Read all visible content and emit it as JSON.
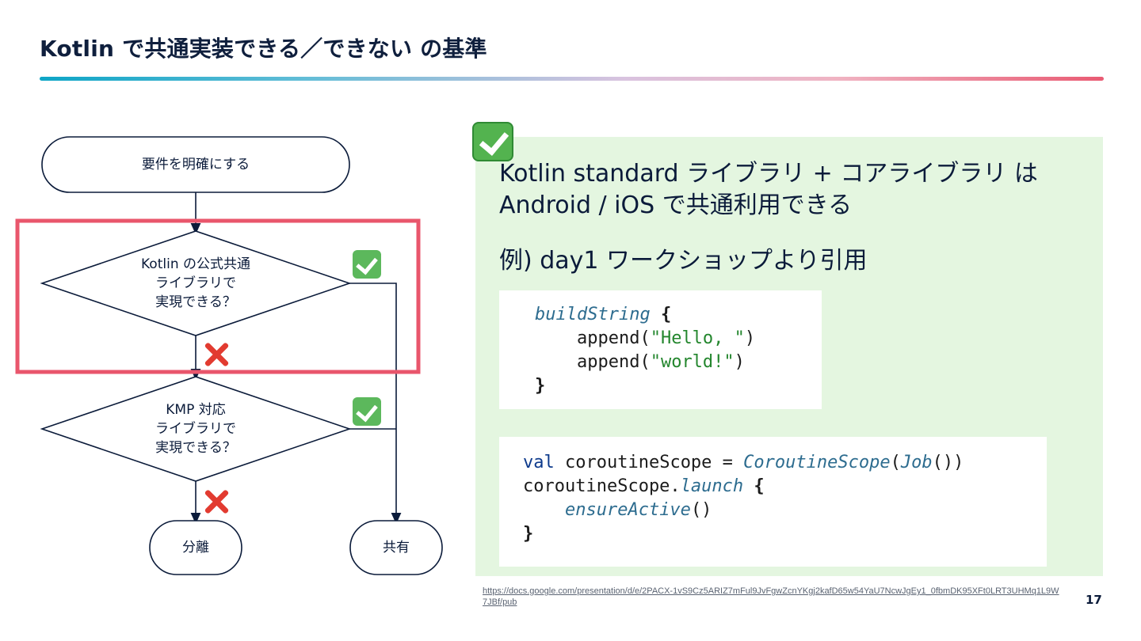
{
  "slide": {
    "title": "Kotlin で共通実装できる／できない の基準",
    "page_number": "17",
    "source_link": "https://docs.google.com/presentation/d/e/2PACX-1vS9Cz5ARIZ7mFul9JvFgwZcnYKgj2kafD65w54YaU7NcwJgEy1_0fbmDK95XFt0LRT3UHMq1L9W7JBf/pub"
  },
  "flowchart": {
    "start": "要件を明確にする",
    "decision1": "Kotlin の公式共通\nライブラリで\n実現できる？",
    "decision2": "KMP 対応\nライブラリで\n実現できる？",
    "end_separate": "分離",
    "end_share": "共有",
    "highlight_color": "#e9566c"
  },
  "panel": {
    "heading_line1": "Kotlin standard ライブラリ + コアライブラリ は",
    "heading_line2": "Android / iOS で共通利用できる",
    "example": "例) day1 ワークショップより引用",
    "background_color": "#e4f6e0"
  },
  "code1": {
    "l1_fn": "buildString",
    "l1_brace": " {",
    "l2_a": "    append(",
    "l2_str": "\"Hello, \"",
    "l2_b": ")",
    "l3_a": "    append(",
    "l3_str": "\"world!\"",
    "l3_b": ")",
    "l4": "}"
  },
  "code2": {
    "l1_kw": "val",
    "l1_a": " coroutineScope = ",
    "l1_cls": "CoroutineScope",
    "l1_b": "(",
    "l1_cls2": "Job",
    "l1_c": "())",
    "l2_a": "coroutineScope.",
    "l2_fn": "launch",
    "l2_b": " {",
    "l3_a": "    ",
    "l3_fn": "ensureActive",
    "l3_b": "()",
    "l4": "}"
  }
}
